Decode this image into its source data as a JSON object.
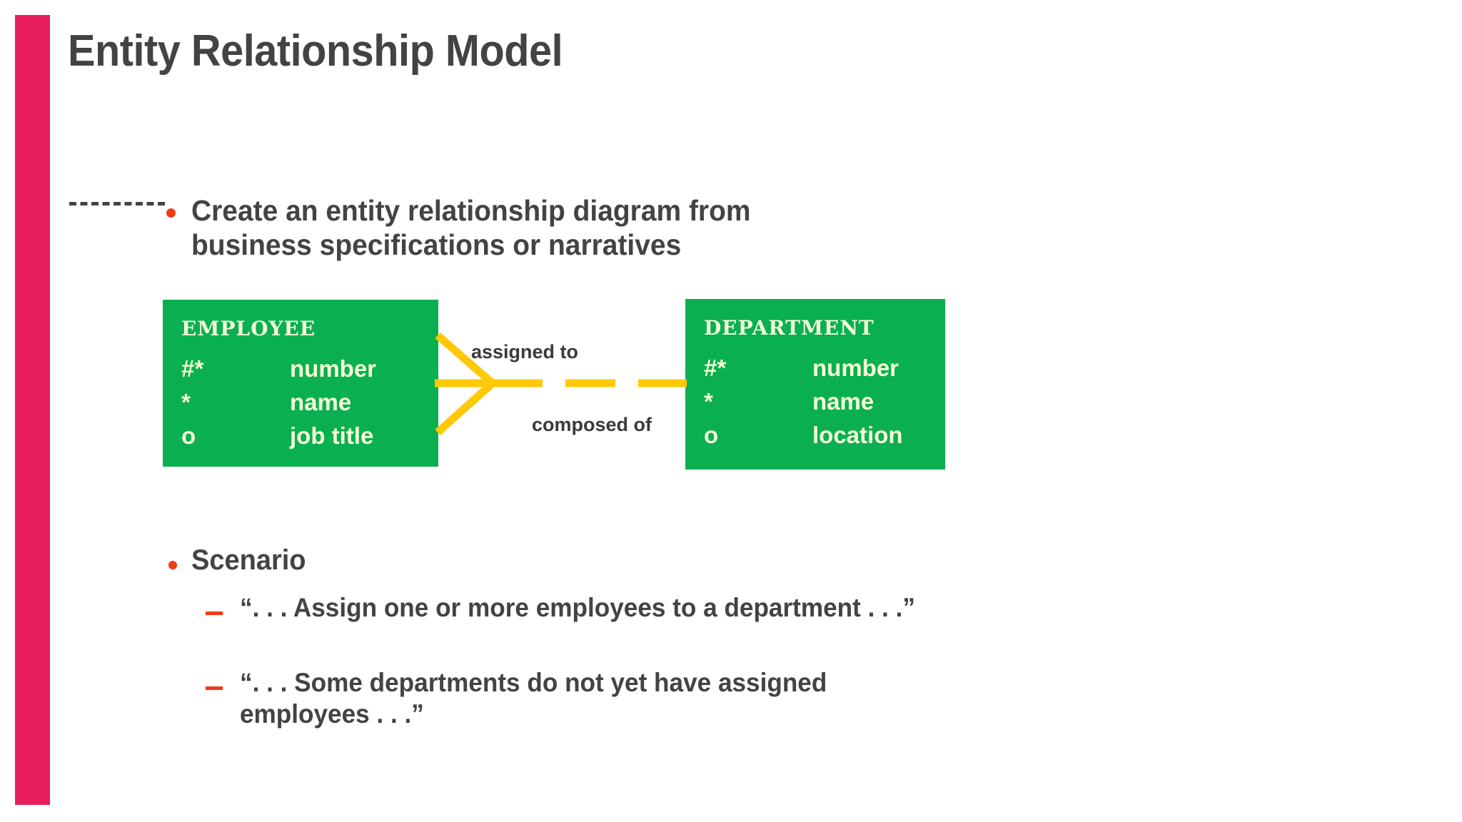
{
  "slide": {
    "title": "Entity Relationship Model",
    "accent_bar_color": "#E81E5E",
    "text_color": "#434343",
    "bullet_color": "#F03C17"
  },
  "bullets": [
    {
      "marker": "dot",
      "text": "Create an entity relationship diagram from business specifications or narratives"
    },
    {
      "marker": "dot",
      "text": "Scenario",
      "children": [
        {
          "marker": "dash",
          "text": "“. . . Assign one or more employees to a department . . .”"
        },
        {
          "marker": "dash",
          "text": "“. . . Some departments do not yet have assigned employees . . .”"
        }
      ]
    }
  ],
  "diagram": {
    "entity_fill": "#0AAF50",
    "entity_text_color": "#F4FFD6",
    "relationship_color": "#FFC907",
    "entities": [
      {
        "name": "EMPLOYEE",
        "attributes": [
          {
            "marker": "#*",
            "name": "number"
          },
          {
            "marker": "*",
            "name": "name"
          },
          {
            "marker": "o",
            "name": "job title"
          }
        ]
      },
      {
        "name": "DEPARTMENT",
        "attributes": [
          {
            "marker": "#*",
            "name": "number"
          },
          {
            "marker": "*",
            "name": "name"
          },
          {
            "marker": "o",
            "name": "location"
          }
        ]
      }
    ],
    "relationship": {
      "label_top": "assigned to",
      "label_bottom": "composed of",
      "left_end": "crows-foot",
      "right_end": "single",
      "line_style": "dashed"
    }
  }
}
